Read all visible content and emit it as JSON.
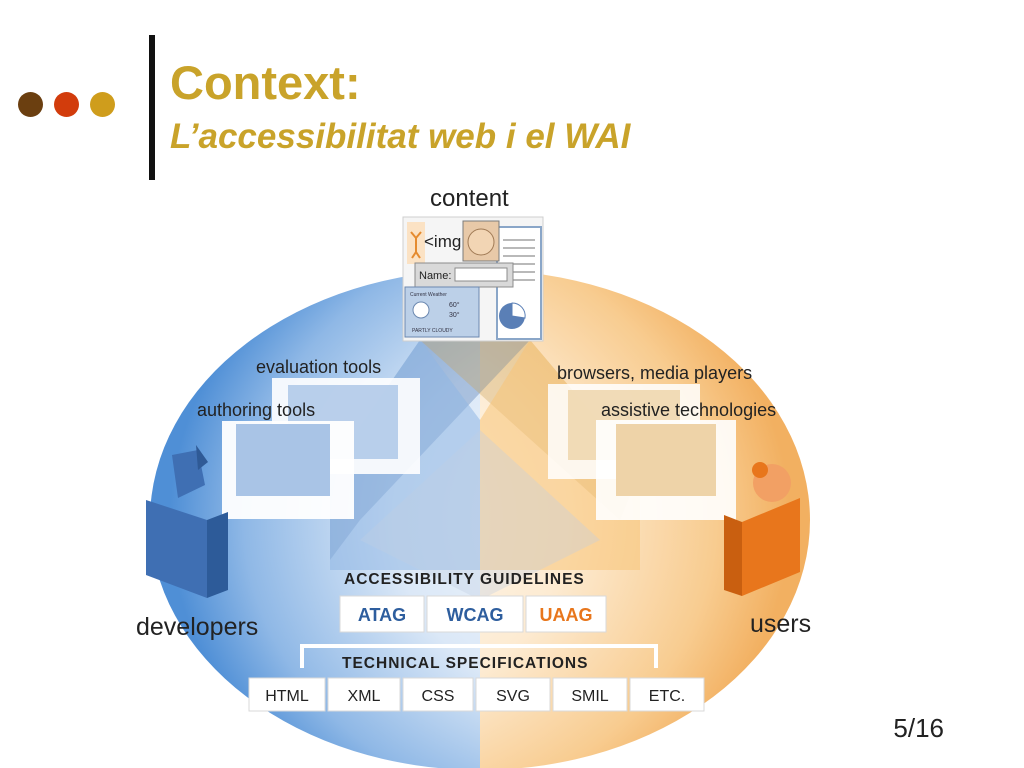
{
  "slide": {
    "title": "Context:",
    "subtitle": "L’accessibilitat web i el WAI",
    "page_number": "5/16",
    "dot_colors": [
      "#6b3f10",
      "#d23c0c",
      "#cf9d1c"
    ],
    "title_color": "#c9a32a"
  },
  "diagram": {
    "content_label": "content",
    "img_tag_text": "<img",
    "name_field_label": "Name:",
    "weather_heading": "Current Weather",
    "weather_temp_high": "60°",
    "weather_temp_low": "30°",
    "weather_condition": "PARTLY CLOUDY",
    "evaluation_tools": "evaluation tools",
    "authoring_tools": "authoring tools",
    "browsers_media_players": "browsers, media players",
    "assistive_technologies": "assistive technologies",
    "developers": "developers",
    "users": "users",
    "guidelines_heading": "ACCESSIBILITY GUIDELINES",
    "guidelines": [
      "ATAG",
      "WCAG",
      "UAAG"
    ],
    "specs_heading": "TECHNICAL SPECIFICATIONS",
    "specs": [
      "HTML",
      "XML",
      "CSS",
      "SVG",
      "SMIL",
      "ETC."
    ],
    "colors": {
      "developers_blue": "#3f6fb3",
      "users_orange": "#e8761c",
      "guideline_blue": "#2e5e9e",
      "guideline_orange": "#e8761c"
    }
  }
}
